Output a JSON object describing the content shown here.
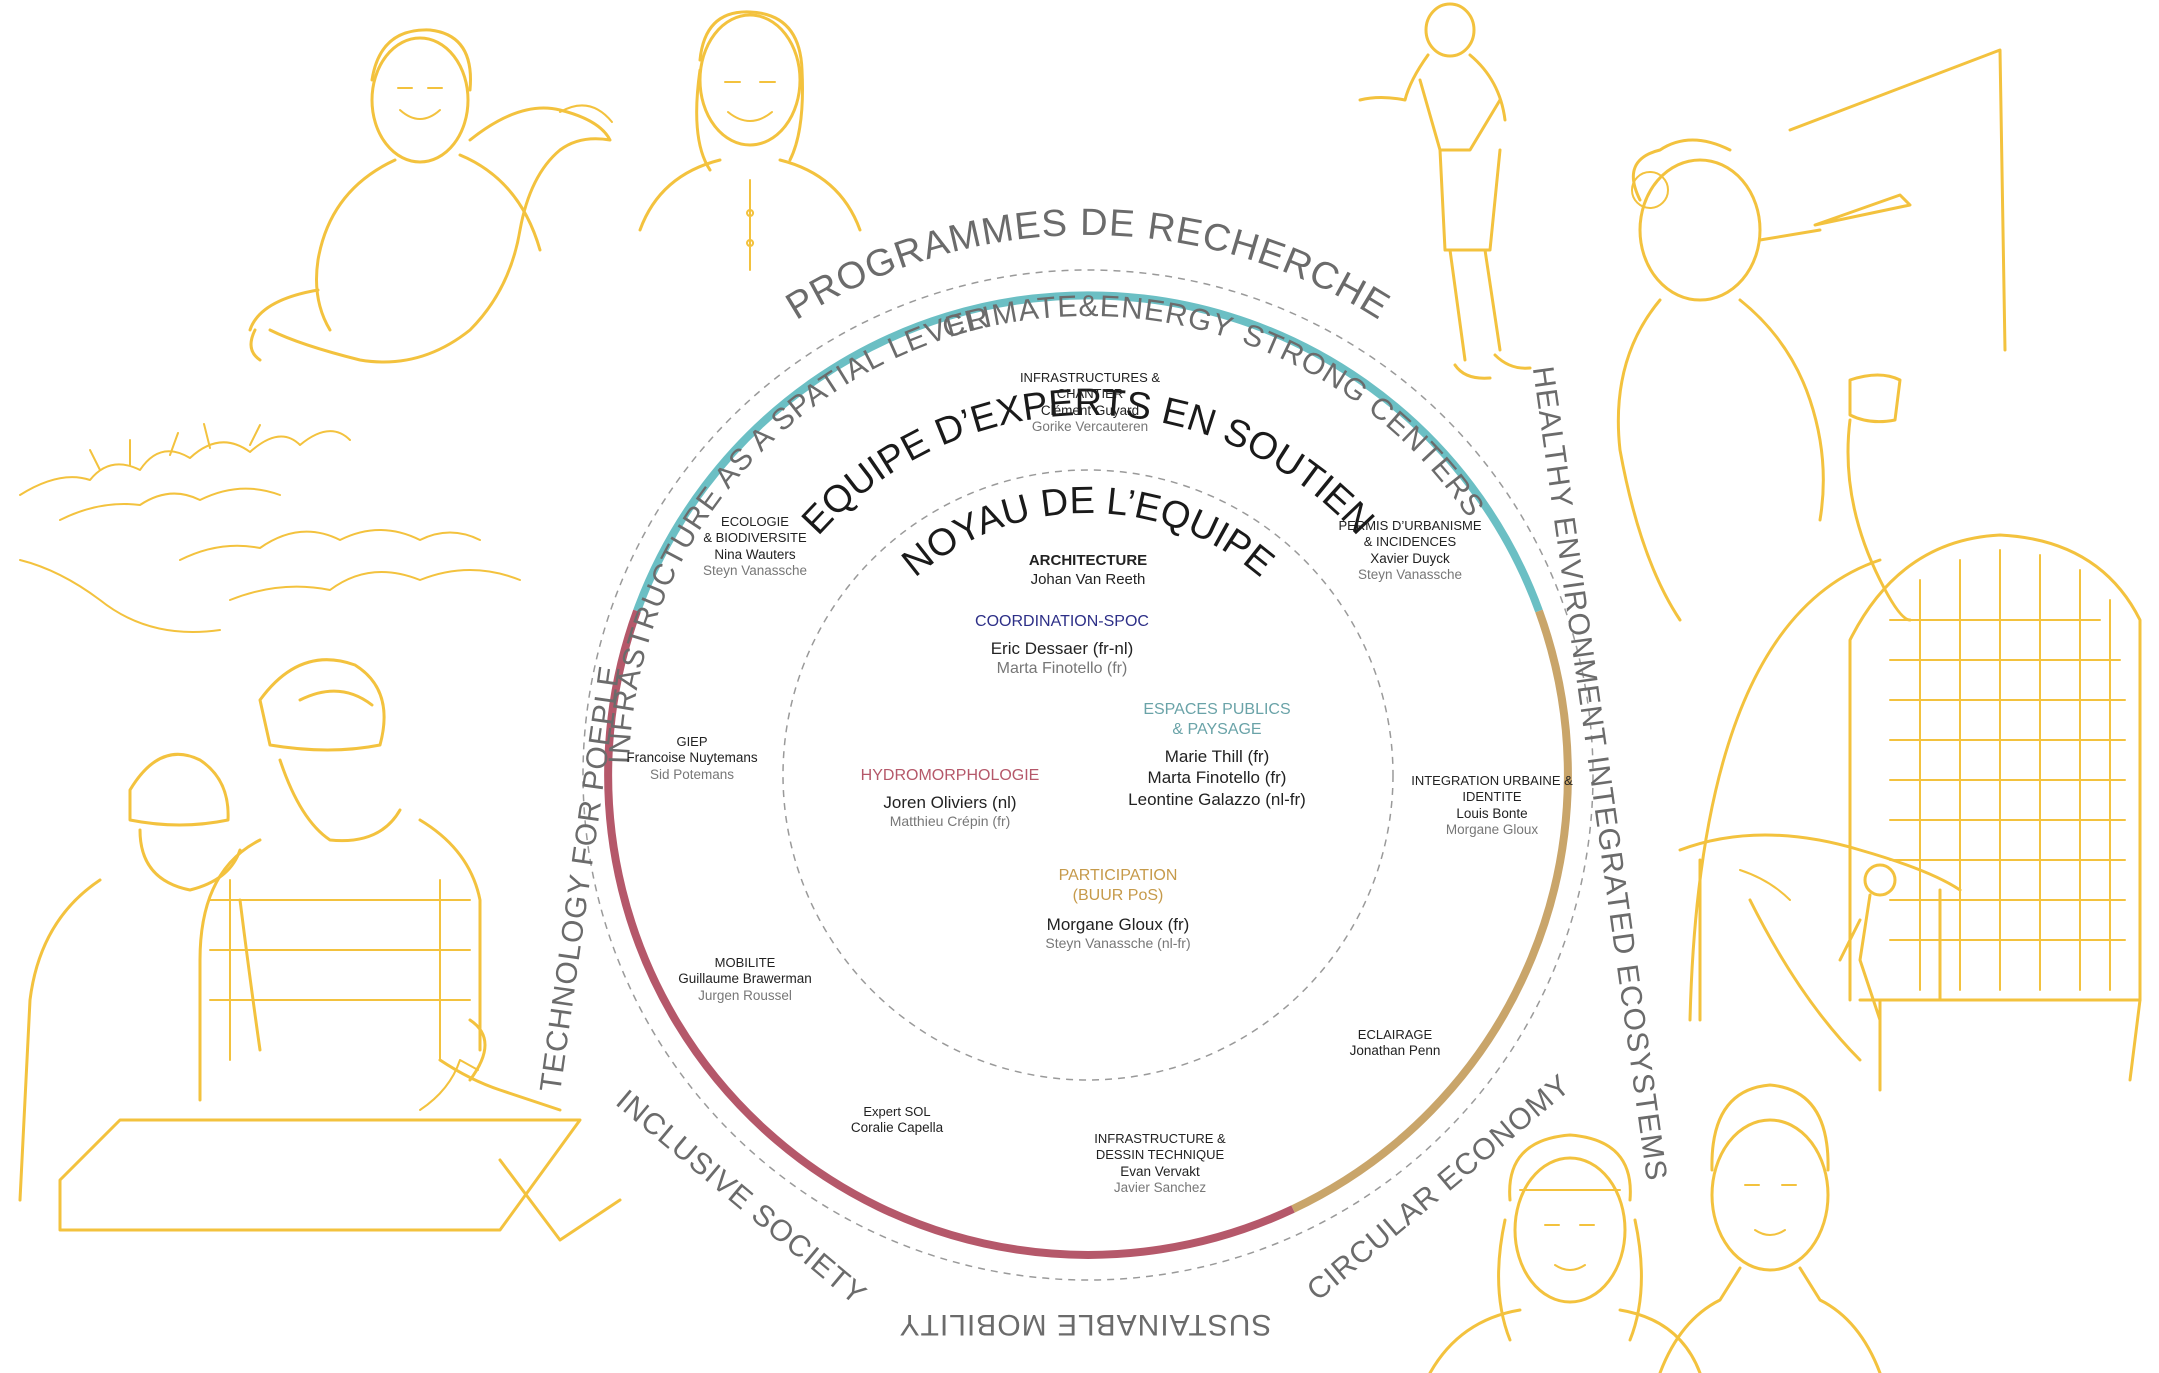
{
  "colors": {
    "sketch": "#f3c23e",
    "ring_teal": "#6bbfc4",
    "ring_red": "#b5586a",
    "ring_tan": "#c9a56a",
    "coordination": "#2d2f87",
    "espaces": "#6aa3a8",
    "hydro": "#b5586a",
    "participation": "#c69a4a"
  },
  "outer_ring": {
    "title": "PROGRAMMES DE RECHERCHE",
    "themes": {
      "climate": "CLIMATE&ENERGY",
      "strong_centers": "STRONG CENTERS",
      "healthy": "HEALTHY ENVIRONMENT INTEGRATED ECOSYSTEMS",
      "circular": "CIRCULAR ECONOMY",
      "mobility": "SUSTAINABLE MOBILITY",
      "inclusive": "INCLUSIVE SOCIETY",
      "technology": "TECHNOLOGY FOR POEPLE",
      "infrastructure": "INFRASTRUCTURE AS A SPATIAL LEVER"
    }
  },
  "support_ring": {
    "title": "EQUIPE D’EXPERTS  EN SOUTIEN",
    "experts": {
      "infra_chantier": {
        "role_1": "INFRASTRUCTURES &",
        "role_2": "CHANTIER",
        "lead": "Clément Guyard",
        "sub": "Gorike Vercauteren"
      },
      "ecologie": {
        "role_1": "ECOLOGIE",
        "role_2": "& BIODIVERSITE",
        "lead": "Nina Wauters",
        "sub": "Steyn Vanassche"
      },
      "permis": {
        "role_1": "PERMIS D’URBANISME",
        "role_2": "& INCIDENCES",
        "lead": "Xavier Duyck",
        "sub": "Steyn Vanassche"
      },
      "giep": {
        "role_1": "GIEP",
        "lead": "Francoise Nuytemans",
        "sub": "Sid Potemans"
      },
      "integration": {
        "role_1": "INTEGRATION URBAINE &",
        "role_2": "IDENTITE",
        "lead": "Louis Bonte",
        "sub": "Morgane Gloux"
      },
      "mobilite": {
        "role_1": "MOBILITE",
        "lead": "Guillaume  Brawerman",
        "sub": "Jurgen Roussel"
      },
      "eclairage": {
        "role_1": "ECLAIRAGE",
        "lead": "Jonathan Penn"
      },
      "expert_sol": {
        "role_1": "Expert SOL",
        "lead": "Coralie Capella"
      },
      "infra_dessin": {
        "role_1": "INFRASTRUCTURE &",
        "role_2": "DESSIN TECHNIQUE",
        "lead": "Evan Vervakt",
        "sub": "Javier Sanchez"
      }
    }
  },
  "core": {
    "title": "NOYAU DE L’EQUIPE",
    "architecture": {
      "role": "ARCHITECTURE",
      "lead": "Johan Van Reeth"
    },
    "coordination": {
      "role": "COORDINATION-SPOC",
      "lead": "Eric Dessaer (fr-nl)",
      "sub": "Marta Finotello (fr)"
    },
    "espaces": {
      "role_1": "ESPACES PUBLICS",
      "role_2": "& PAYSAGE",
      "lead_1": "Marie Thill (fr)",
      "lead_2": "Marta Finotello (fr)",
      "lead_3": "Leontine Galazzo (nl-fr)"
    },
    "hydro": {
      "role": "HYDROMORPHOLOGIE",
      "lead": "Joren Oliviers (nl)",
      "sub": "Matthieu Crépin (fr)"
    },
    "participation": {
      "role_1": "PARTICIPATION",
      "role_2": "(BUUR PoS)",
      "lead": "Morgane Gloux (fr)",
      "sub": "Steyn Vanassche (nl-fr)"
    }
  },
  "icons": [
    "woman-with-goose-sketch",
    "smiling-woman-sketch",
    "standing-man-sketch",
    "woman-painting-sketch",
    "workers-with-helmets-sketch",
    "shrubs-sketch",
    "chair-sketch",
    "child-playing-sketch",
    "woman-with-bangs-sketch",
    "man-portrait-sketch"
  ]
}
